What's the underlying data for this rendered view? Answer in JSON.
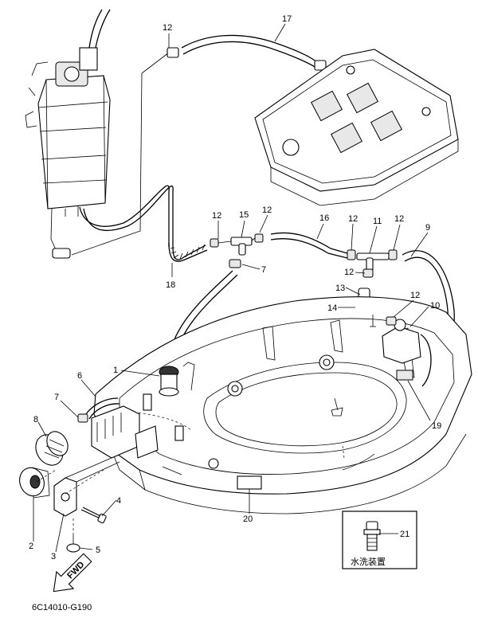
{
  "diagram_code": "6C14010-G190",
  "inset_caption": "水洗装置",
  "fwd_arrow_text": "FWD",
  "callouts": [
    "1",
    "2",
    "3",
    "4",
    "5",
    "6",
    "7",
    "7",
    "8",
    "9",
    "10",
    "11",
    "12",
    "12",
    "12",
    "12",
    "12",
    "12",
    "12",
    "13",
    "14",
    "15",
    "16",
    "17",
    "18",
    "19",
    "20",
    "21"
  ]
}
